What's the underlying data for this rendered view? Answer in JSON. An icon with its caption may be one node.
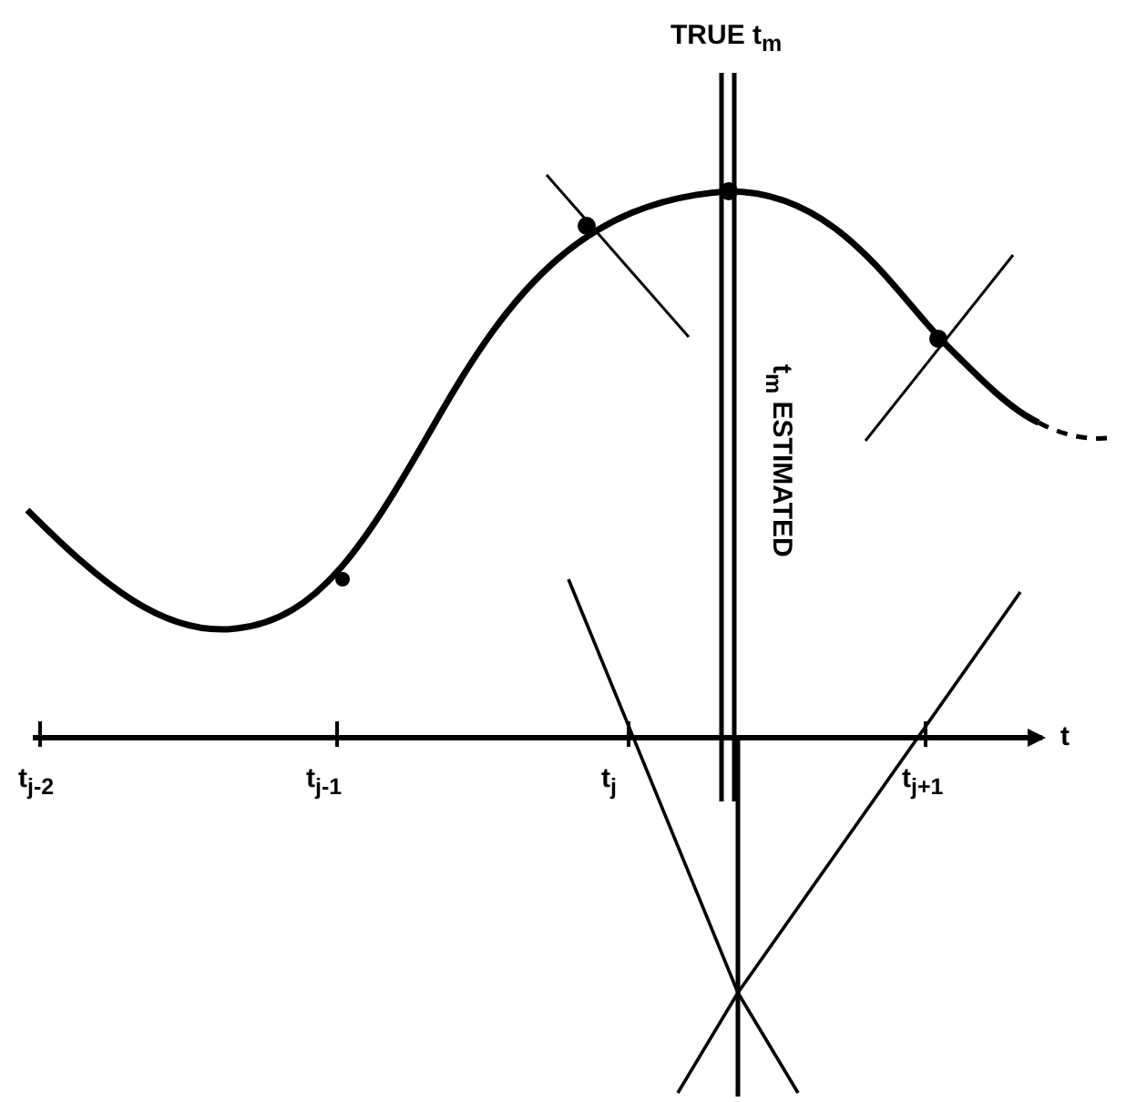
{
  "diagram": {
    "labels": [
      "TRUE t$_{m}$",
      "t$_{m}$ ESTIMATED",
      "t$_{j-2}$",
      "t$_{j-1}$",
      "t$_{j}$",
      "t$_{j+1}$",
      "t"
    ]
  }
}
